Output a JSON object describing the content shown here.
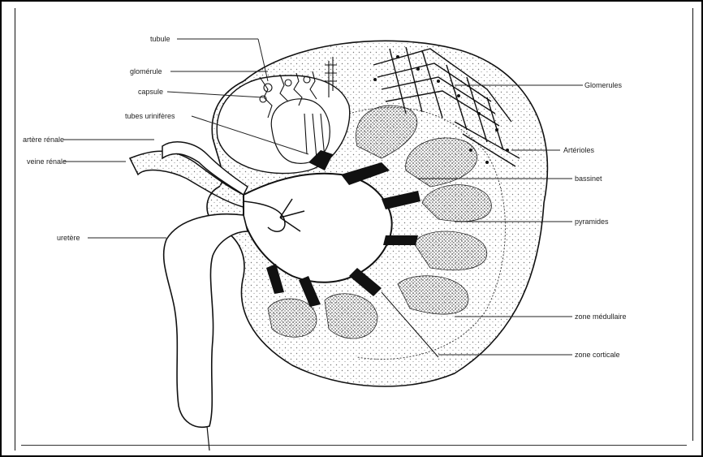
{
  "labels": {
    "tubule": "tubule",
    "glomerule": "glomérule",
    "capsule": "capsule",
    "tubes_urinifères": "tubes urinifères",
    "artère_rénale": "artère rénale",
    "veine_rénale": "veine rénale",
    "uretère": "uretère",
    "glomerules": "Glomerules",
    "arterioles": "Artérioles",
    "bassinet": "bassinet",
    "pyramides": "pyramides",
    "zone_medullaire": "zone médullaire",
    "zone_corticale": "zone corticale"
  },
  "colors": {
    "ink": "#111111",
    "paper": "#ffffff",
    "stipple": "#555555"
  }
}
